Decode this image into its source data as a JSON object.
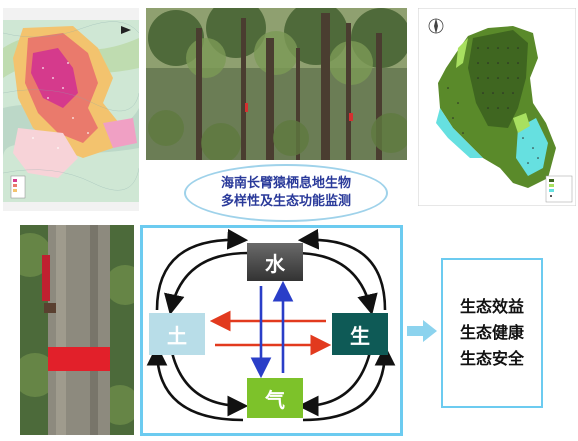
{
  "title": {
    "line1": "海南长臂猿栖息地生物",
    "line2": "多样性及生态功能监测"
  },
  "nodes": {
    "water": "水",
    "soil": "土",
    "life": "生",
    "air": "气"
  },
  "benefits": [
    "生态效益",
    "生态健康",
    "生态安全"
  ],
  "colors": {
    "water_node": "#4a4a4a",
    "soil_node": "#b8dde8",
    "life_node": "#0e5a56",
    "air_node": "#7dc22a",
    "frame": "#6ccbf0",
    "red_arrow": "#e23a1e",
    "blue_arrow": "#2a3ec8",
    "title_text": "#2a3a9a"
  }
}
